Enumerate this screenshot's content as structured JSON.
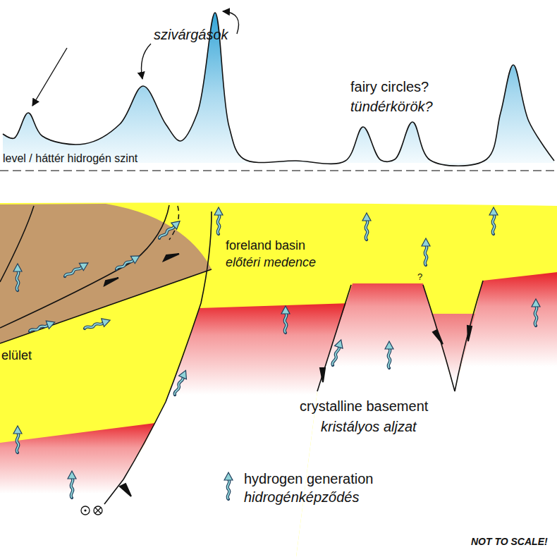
{
  "diagram": {
    "labels": [
      "szivárgások",
      "fairy circles?",
      "tündérkörök?",
      "level / háttér hidrogén szint",
      "foreland basin",
      "előtéri medence",
      "elület",
      "?",
      "crystalline basement",
      "kristályos aljzat",
      "NOT TO SCALE!"
    ],
    "legend": [
      {
        "text": "hydrogen generation"
      },
      {
        "text": "hidrogénképződés"
      }
    ]
  }
}
